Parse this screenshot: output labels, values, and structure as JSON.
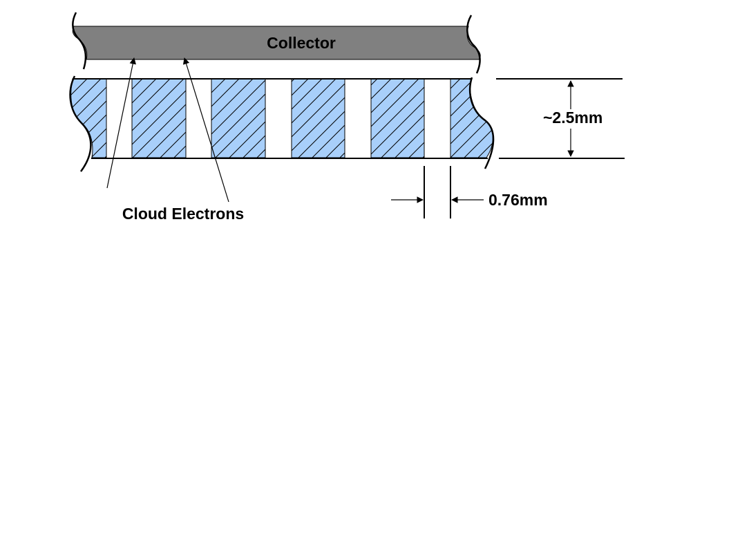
{
  "labels": {
    "collector": "Collector",
    "cloud_electrons": "Cloud Electrons",
    "thickness": "~2.5mm",
    "hole_width": "0.76mm"
  },
  "colors": {
    "collector_fill": "#808080",
    "dielectric_fill": "#a8cffa",
    "line": "#000000"
  }
}
